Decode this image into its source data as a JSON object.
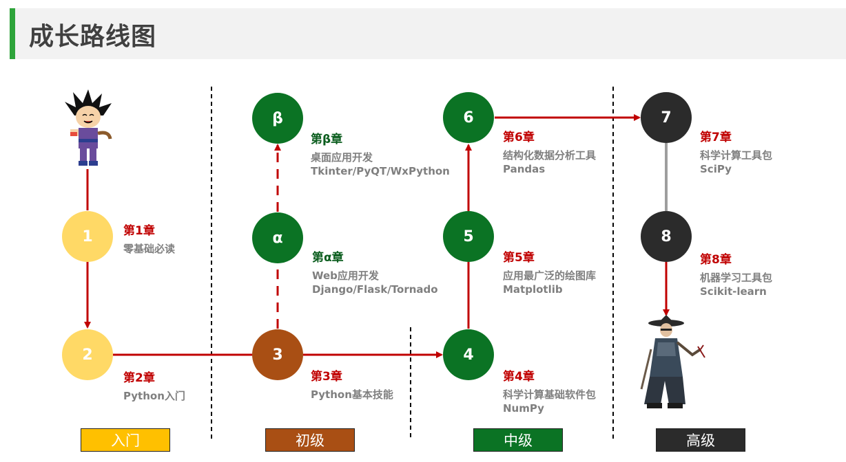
{
  "header": {
    "title": "成长路线图"
  },
  "nodes": {
    "n1": "1",
    "n2": "2",
    "n3": "3",
    "n4": "4",
    "n5": "5",
    "n6": "6",
    "n7": "7",
    "n8": "8",
    "alpha": "α",
    "beta": "β"
  },
  "chapters": {
    "c1": {
      "title": "第1章",
      "lines": [
        "零基础必读"
      ]
    },
    "c2": {
      "title": "第2章",
      "lines": [
        "Python入门"
      ]
    },
    "c3": {
      "title": "第3章",
      "lines": [
        "Python基本技能"
      ]
    },
    "c4": {
      "title": "第4章",
      "lines": [
        "科学计算基础软件包",
        "NumPy"
      ]
    },
    "c5": {
      "title": "第5章",
      "lines": [
        "应用最广泛的绘图库",
        "Matplotlib"
      ]
    },
    "c6": {
      "title": "第6章",
      "lines": [
        "结构化数据分析工具",
        "Pandas"
      ]
    },
    "c7": {
      "title": "第7章",
      "lines": [
        "科学计算工具包",
        "SciPy"
      ]
    },
    "c8": {
      "title": "第8章",
      "lines": [
        "机器学习工具包",
        "Scikit-learn"
      ]
    },
    "calpha": {
      "title": "第α章",
      "lines": [
        "Web应用开发",
        "Django/Flask/Tornado"
      ]
    },
    "cbeta": {
      "title": "第β章",
      "lines": [
        "桌面应用开发",
        "Tkinter/PyQT/WxPython"
      ]
    }
  },
  "stages": [
    "入门",
    "初级",
    "中级",
    "高级"
  ],
  "colors": {
    "accent": "#2ea43a",
    "beginner": "#ffd966",
    "elementary": "#a94f14",
    "intermediate": "#0b7324",
    "advanced": "#2b2b2b",
    "arrow": "#c00000"
  },
  "icons": {
    "start": "goku-character-icon",
    "end": "swordsman-character-icon"
  }
}
